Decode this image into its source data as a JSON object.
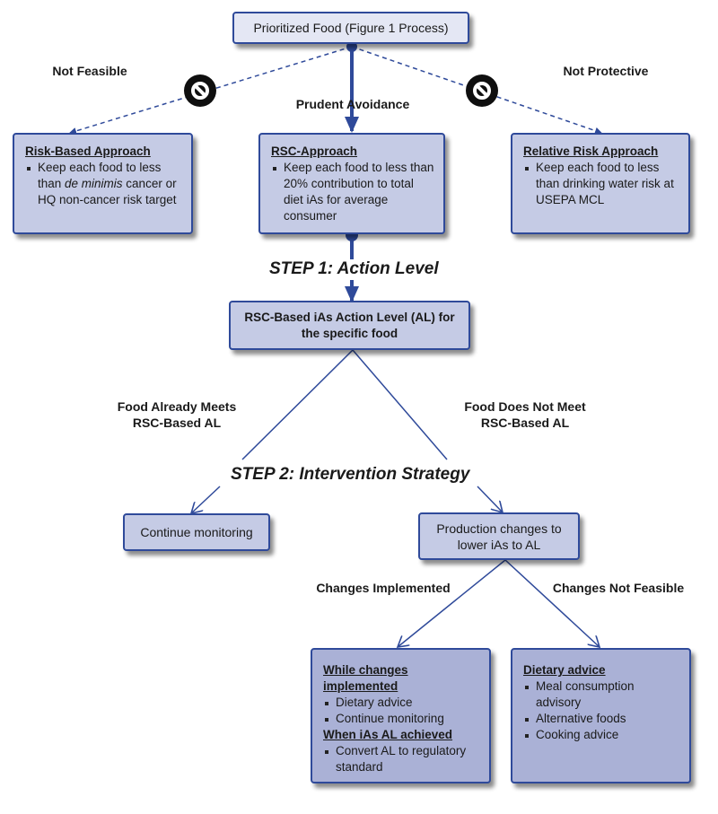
{
  "top_box": "Prioritized Food (Figure 1 Process)",
  "labels": {
    "not_feasible": "Not Feasible",
    "not_protective": "Not Protective",
    "prudent_avoidance": "Prudent Avoidance",
    "already_meets": "Food Already Meets\nRSC-Based AL",
    "does_not_meet": "Food Does Not Meet\nRSC-Based AL",
    "changes_implemented": "Changes Implemented",
    "changes_not_feasible": "Changes Not Feasible"
  },
  "step1": {
    "prefix": "STEP 1:",
    "name": "Action Level"
  },
  "step2": {
    "prefix": "STEP 2:",
    "name": "Intervention Strategy"
  },
  "risk_based": {
    "title": "Risk-Based Approach",
    "bullet_pre": "Keep each food to less than ",
    "bullet_em": "de minimis",
    "bullet_post": " cancer or HQ non-cancer risk target"
  },
  "rsc": {
    "title": "RSC-Approach",
    "bullet": "Keep each food to less than 20% contribution to total diet iAs for average consumer"
  },
  "relative": {
    "title": "Relative Risk Approach",
    "bullet": "Keep each food to less than drinking water risk at USEPA MCL"
  },
  "action_level_box": "RSC-Based iAs Action Level (AL) for the specific food",
  "continue_box": "Continue monitoring",
  "production_box": "Production changes to lower iAs to AL",
  "while_box": {
    "title1": "While changes implemented",
    "items1": [
      "Dietary advice",
      "Continue monitoring"
    ],
    "title2": "When iAs AL achieved",
    "items2": [
      "Convert AL to regulatory standard"
    ]
  },
  "dietary_box": {
    "title": "Dietary advice",
    "items": [
      "Meal consumption advisory",
      "Alternative foods",
      "Cooking advice"
    ]
  },
  "colors": {
    "line": "#2f4a9a",
    "box_light": "#e4e7f4",
    "box_mid": "#c5cbe5",
    "box_dark": "#aab1d6"
  }
}
